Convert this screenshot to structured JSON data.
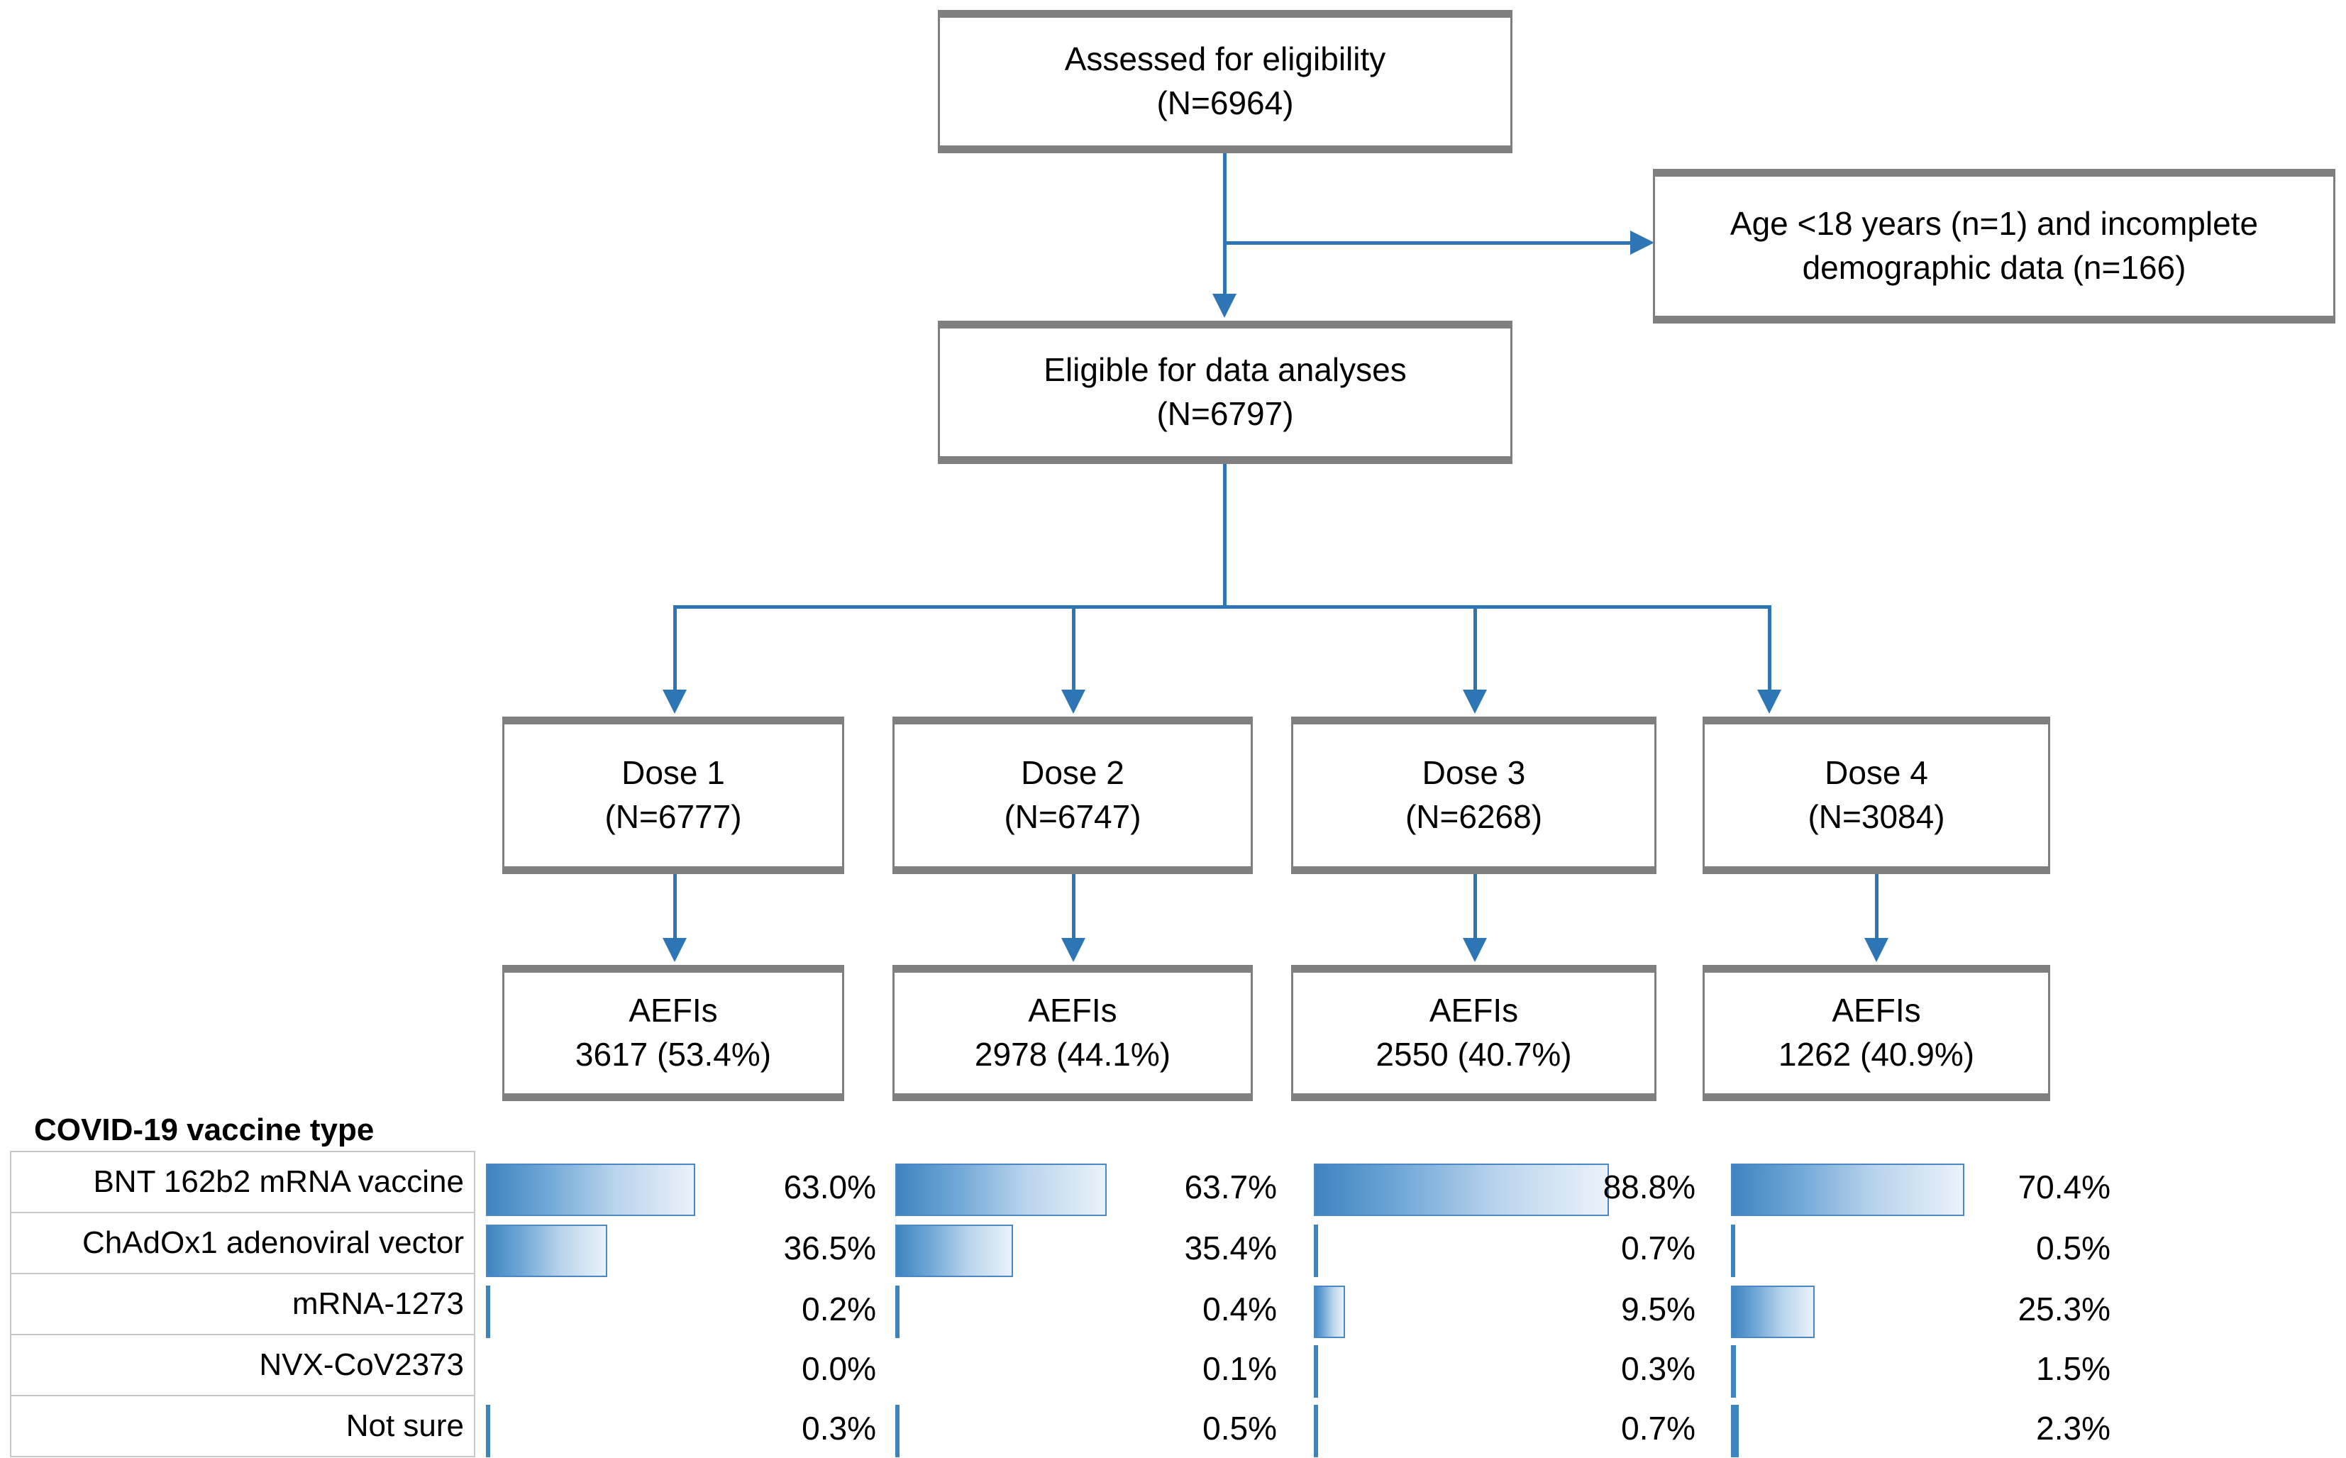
{
  "flow": {
    "assessed": {
      "line1": "Assessed for eligibility",
      "line2": "(N=6964)"
    },
    "excluded": {
      "line1": "Age <18 years (n=1) and incomplete",
      "line2": "demographic data (n=166)"
    },
    "eligible": {
      "line1": "Eligible for data analyses",
      "line2": "(N=6797)"
    },
    "doses": [
      {
        "line1": "Dose 1",
        "line2": "(N=6777)"
      },
      {
        "line1": "Dose 2",
        "line2": "(N=6747)"
      },
      {
        "line1": "Dose 3",
        "line2": "(N=6268)"
      },
      {
        "line1": "Dose 4",
        "line2": "(N=3084)"
      }
    ],
    "aefis": [
      {
        "line1": "AEFIs",
        "line2": "3617 (53.4%)"
      },
      {
        "line1": "AEFIs",
        "line2": "2978 (44.1%)"
      },
      {
        "line1": "AEFIs",
        "line2": "2550 (40.7%)"
      },
      {
        "line1": "AEFIs",
        "line2": "1262 (40.9%)"
      }
    ]
  },
  "vaccine_table": {
    "title": "COVID-19 vaccine type",
    "rows": [
      "BNT 162b2 mRNA vaccine",
      "ChAdOx1 adenoviral vector",
      "mRNA-1273",
      "NVX-CoV2373",
      "Not sure"
    ]
  },
  "chart_data": {
    "type": "bar",
    "title": "COVID-19 vaccine type",
    "xlabel": "",
    "ylabel": "",
    "orientation": "horizontal",
    "grid": false,
    "legend": "none",
    "xlim": [
      0,
      100
    ],
    "categories": [
      "BNT 162b2 mRNA vaccine",
      "ChAdOx1 adenoviral vector",
      "mRNA-1273",
      "NVX-CoV2373",
      "Not sure"
    ],
    "series": [
      {
        "name": "Dose 1",
        "values": [
          63.0,
          36.5,
          0.2,
          0.0,
          0.3
        ],
        "labels": [
          "63.0%",
          "36.5%",
          "0.2%",
          "0.0%",
          "0.3%"
        ]
      },
      {
        "name": "Dose 2",
        "values": [
          63.7,
          35.4,
          0.4,
          0.1,
          0.5
        ],
        "labels": [
          "63.7%",
          "35.4%",
          "0.4%",
          "0.1%",
          "0.5%"
        ]
      },
      {
        "name": "Dose 3",
        "values": [
          88.8,
          0.7,
          9.5,
          0.3,
          0.7
        ],
        "labels": [
          "88.8%",
          "0.7%",
          "9.5%",
          "0.3%",
          "0.7%"
        ]
      },
      {
        "name": "Dose 4",
        "values": [
          70.4,
          0.5,
          25.3,
          1.5,
          2.3
        ],
        "labels": [
          "70.4%",
          "0.5%",
          "25.3%",
          "1.5%",
          "2.3%"
        ]
      }
    ]
  },
  "colors": {
    "connector": "#2E75B6",
    "box_border": "#7F7F7F",
    "bar_dark": "#3E84C0",
    "bar_light": "#EAF2FA",
    "bar_outline": "#4A87C4",
    "table_border": "#C8C8C8"
  }
}
